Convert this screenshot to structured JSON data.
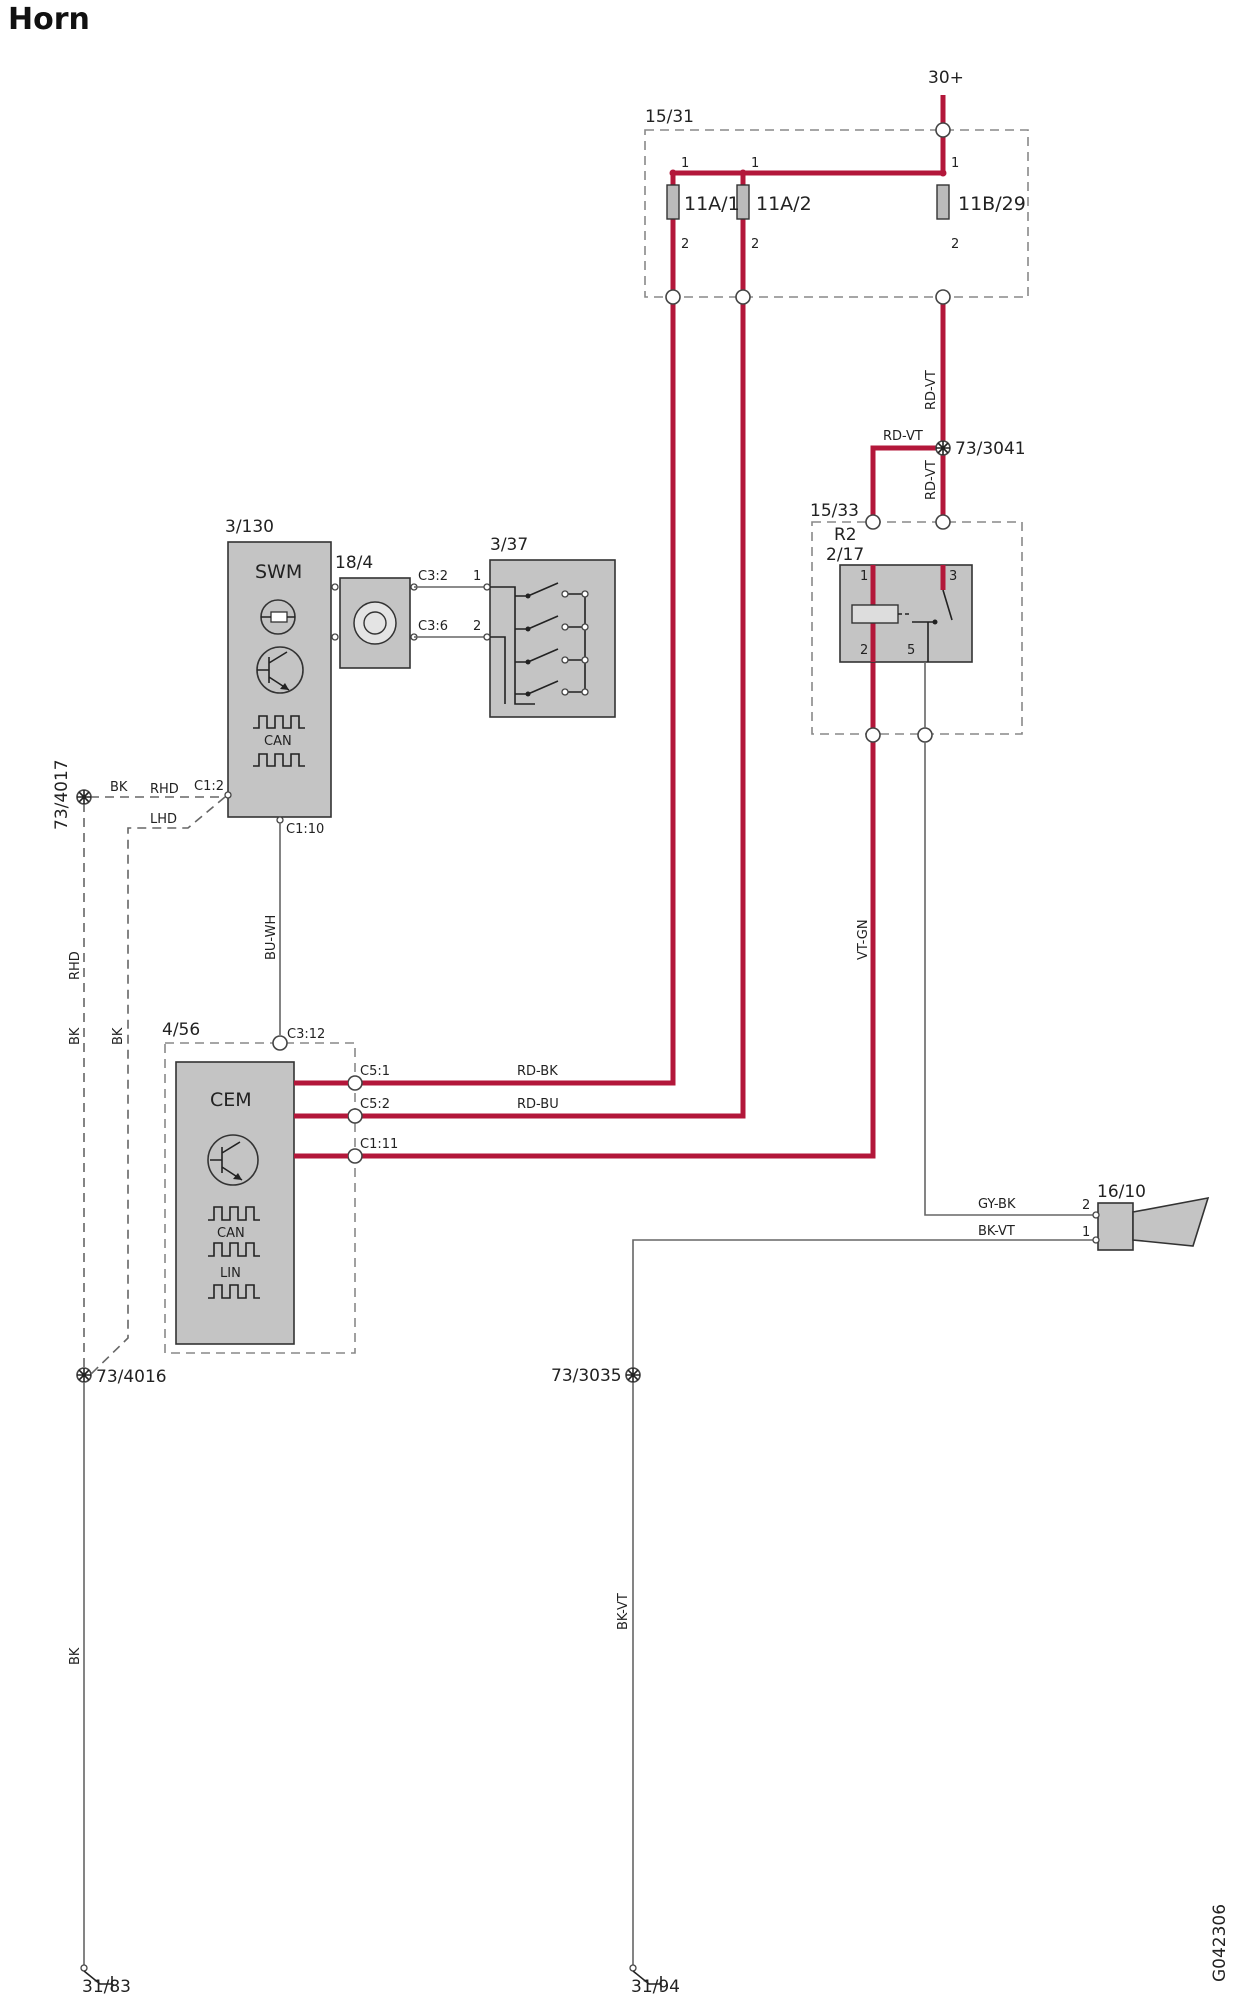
{
  "title": "Horn",
  "doc_code": "G042306",
  "colors": {
    "power_wire": "#b3173a",
    "signal_wire": "#666666",
    "module_fill": "#c4c4c4"
  },
  "supply": {
    "label": "30+"
  },
  "fuse_box": {
    "ref": "15/31",
    "fuses": [
      {
        "name": "11A/1",
        "pin_in": "1",
        "pin_out": "2"
      },
      {
        "name": "11A/2",
        "pin_in": "1",
        "pin_out": "2"
      },
      {
        "name": "11B/29",
        "pin_in": "1",
        "pin_out": "2"
      }
    ]
  },
  "splices": {
    "s3041": "73/3041",
    "s4017": "73/4017",
    "s4016": "73/4016",
    "s3035": "73/3035"
  },
  "relay_box": {
    "ref": "15/33",
    "relay": "R2",
    "relay_ref": "2/17",
    "pins": [
      "1",
      "3",
      "2",
      "5"
    ]
  },
  "swm": {
    "ref": "3/130",
    "name": "SWM",
    "bus": "CAN",
    "pins": {
      "c12": "C1:2",
      "c110": "C1:10"
    },
    "rhd": "RHD",
    "lhd": "LHD"
  },
  "clock_spring": {
    "ref": "18/4",
    "pins": [
      "C3:2",
      "C3:6"
    ]
  },
  "switches": {
    "ref": "3/37",
    "pins": [
      "1",
      "2"
    ]
  },
  "cem": {
    "ref": "4/56",
    "name": "CEM",
    "bus1": "CAN",
    "bus2": "LIN",
    "pins": {
      "c312": "C3:12",
      "c51": "C5:1",
      "c52": "C5:2",
      "c111": "C1:11"
    }
  },
  "horn": {
    "ref": "16/10",
    "pins": [
      "2",
      "1"
    ]
  },
  "grounds": {
    "g1": "31/83",
    "g2": "31/94"
  },
  "wires": {
    "rd_vt": "RD-VT",
    "rd_bk": "RD-BK",
    "rd_bu": "RD-BU",
    "vt_gn": "VT-GN",
    "gy_bk": "GY-BK",
    "bk_vt": "BK-VT",
    "bu_wh": "BU-WH",
    "bk": "BK",
    "rhd": "RHD"
  }
}
